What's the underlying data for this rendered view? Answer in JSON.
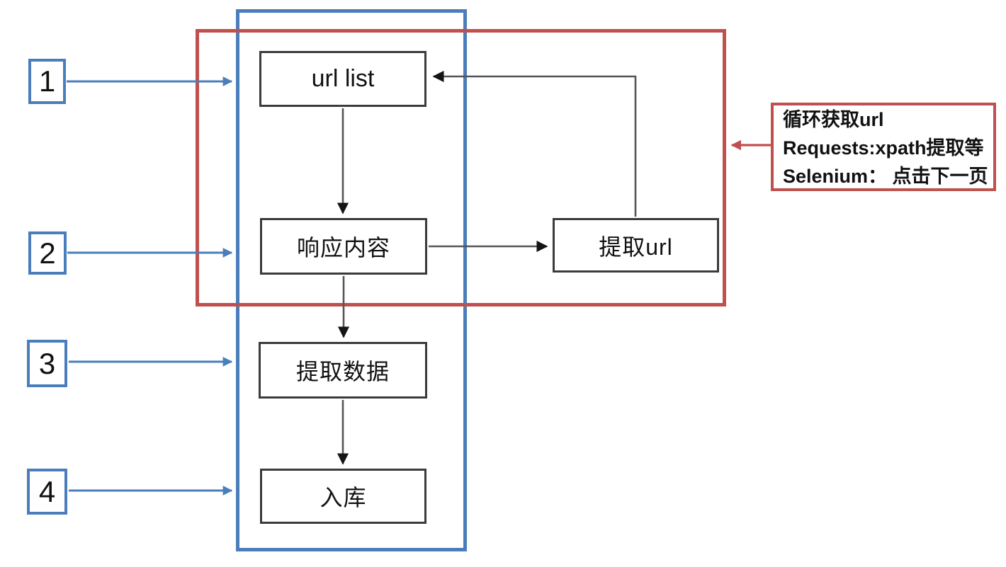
{
  "diagram": {
    "title": "crawler-flowchart",
    "nodes": [
      {
        "id": "url-list",
        "label": "url list"
      },
      {
        "id": "response-content",
        "label": "响应内容"
      },
      {
        "id": "extract-url",
        "label": "提取url"
      },
      {
        "id": "extract-data",
        "label": "提取数据"
      },
      {
        "id": "store-db",
        "label": "入库"
      }
    ],
    "steps": [
      {
        "label": "1"
      },
      {
        "label": "2"
      },
      {
        "label": "3"
      },
      {
        "label": "4"
      }
    ],
    "annotation": {
      "lines": [
        "循环获取url",
        "Requests:xpath提取等",
        "Selenium： 点击下一页"
      ]
    },
    "edges": [
      {
        "from": "url-list",
        "to": "response-content"
      },
      {
        "from": "response-content",
        "to": "extract-url"
      },
      {
        "from": "extract-url",
        "to": "url-list"
      },
      {
        "from": "response-content",
        "to": "extract-data"
      },
      {
        "from": "extract-data",
        "to": "store-db"
      }
    ],
    "colors": {
      "pipeline_outline_blue": "#4a7ebb",
      "loop_outline_red": "#c0504d",
      "node_border": "#3b3b3b",
      "connector_gray": "#555555",
      "arrowhead_black": "#151515"
    }
  }
}
